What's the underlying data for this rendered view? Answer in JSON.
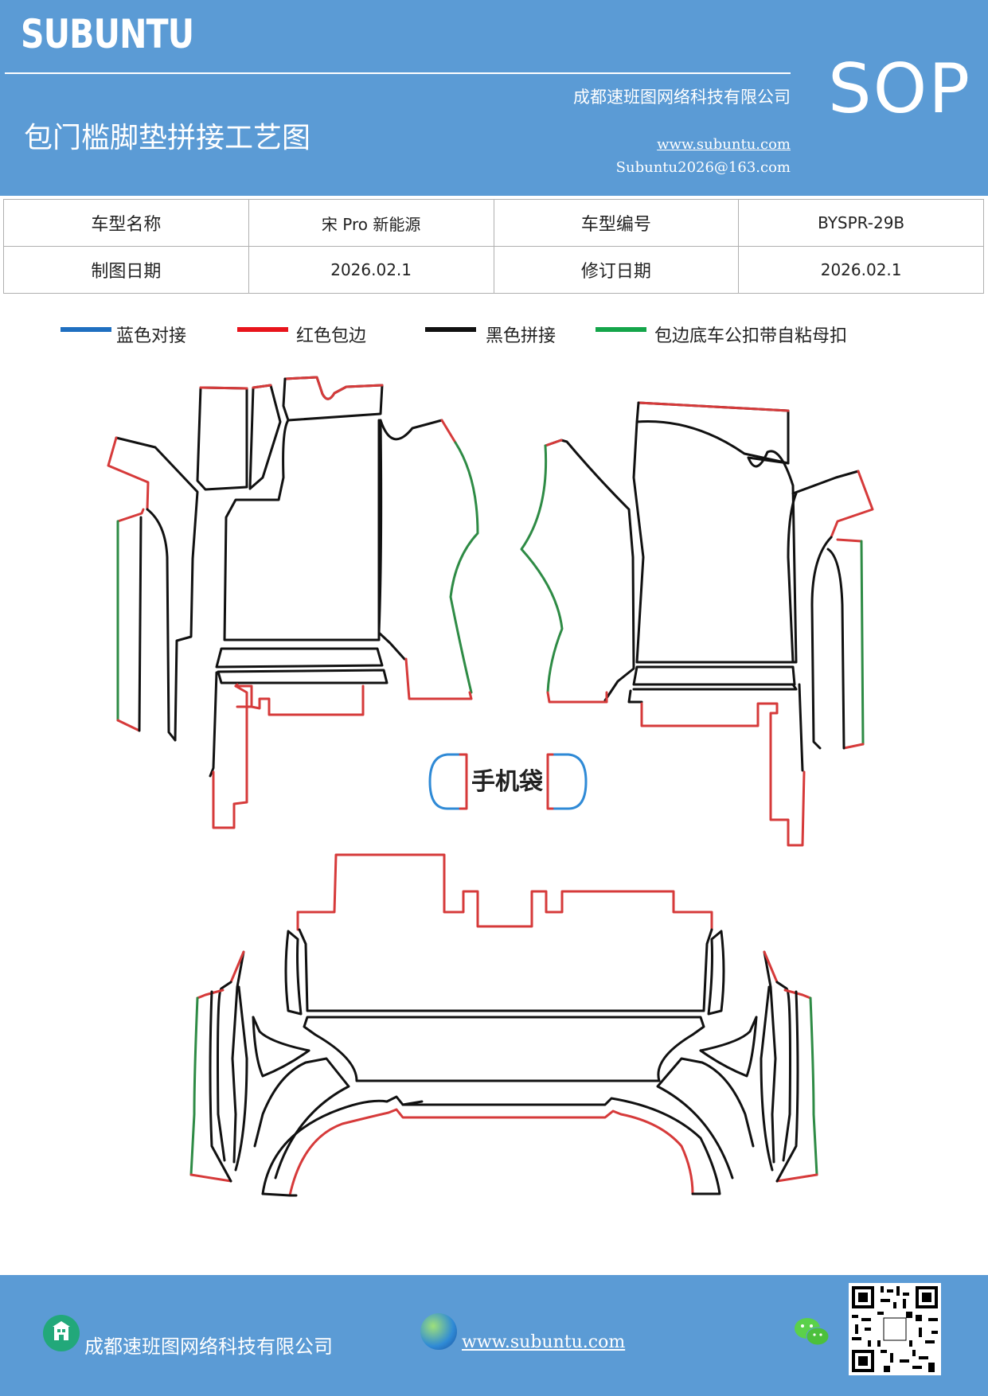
{
  "header": {
    "brand": "SUBUNTU",
    "sop": "SOP",
    "company": "成都速班图网络科技有限公司",
    "title": "包门槛脚垫拼接工艺图",
    "website": "www.subuntu.com",
    "email": "Subuntu2026@163.com"
  },
  "info_table": {
    "row1": [
      "车型名称",
      "宋 Pro 新能源",
      "车型编号",
      "BYSPR-29B"
    ],
    "row2": [
      "制图日期",
      "2026.02.1",
      "修订日期",
      "2026.02.1"
    ]
  },
  "legend": [
    {
      "label": "蓝色对接",
      "color": "#1f6fc0"
    },
    {
      "label": "红色包边",
      "color": "#e8141c"
    },
    {
      "label": "黑色拼接",
      "color": "#111111"
    },
    {
      "label": "包边底车公扣带自粘母扣",
      "color": "#14a54a"
    }
  ],
  "colors": {
    "header_bg": "#5b9bd5",
    "edge_red": "#d63a3a",
    "edge_green": "#2e8b45",
    "edge_blue": "#2f8ad6",
    "edge_black": "#111111"
  },
  "drawing": {
    "phone_bag_label": "手机袋"
  },
  "footer": {
    "company": "成都速班图网络科技有限公司",
    "website": "www.subuntu.com",
    "icons": [
      "building-icon",
      "globe-icon",
      "wechat-icon",
      "qr-code"
    ]
  }
}
